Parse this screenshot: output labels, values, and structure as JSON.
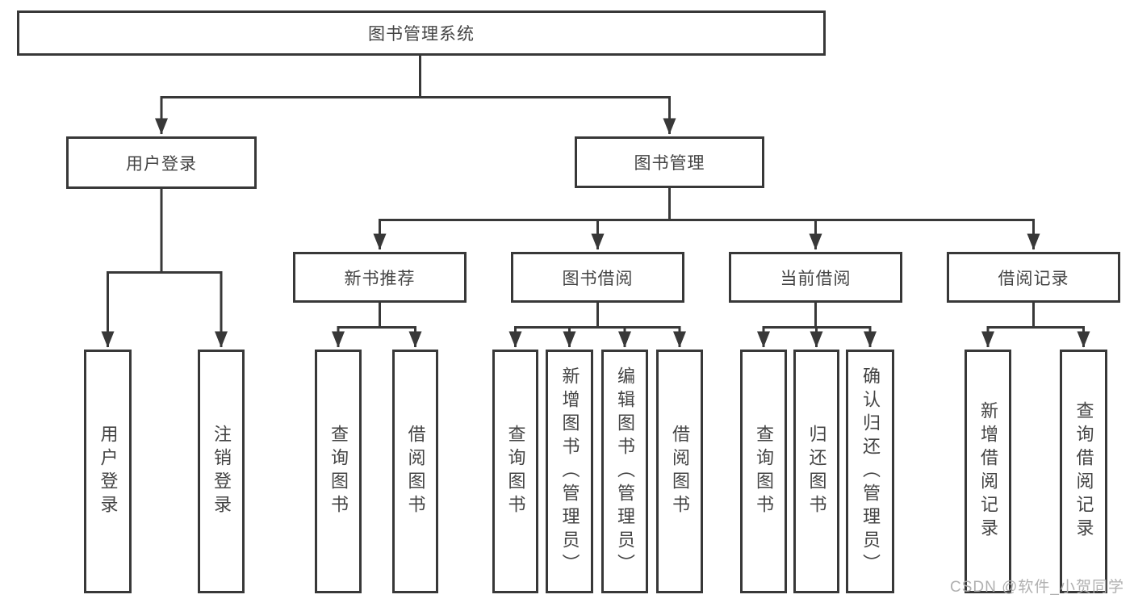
{
  "root": {
    "label": "图书管理系统"
  },
  "branches": {
    "user_login": {
      "label": "用户登录",
      "children": [
        "用户登录",
        "注销登录"
      ]
    },
    "book_management": {
      "label": "图书管理",
      "sections": {
        "new_book_recommend": {
          "label": "新书推荐",
          "children": [
            "查询图书",
            "借阅图书"
          ]
        },
        "book_borrow": {
          "label": "图书借阅",
          "children": [
            "查询图书",
            "新增图书（管理员）",
            "编辑图书（管理员）",
            "借阅图书"
          ]
        },
        "current_borrow": {
          "label": "当前借阅",
          "children": [
            "查询图书",
            "归还图书",
            "确认归还（管理员）"
          ]
        },
        "borrow_records": {
          "label": "借阅记录",
          "children": [
            "新增借阅记录",
            "查询借阅记录"
          ]
        }
      }
    }
  },
  "watermark": {
    "text": "CSDN @软件_小贺同学"
  },
  "colors": {
    "line": "#383838",
    "box_border": "#383838",
    "text": "#444444",
    "watermark": "#acacac",
    "background": "#ffffff"
  }
}
